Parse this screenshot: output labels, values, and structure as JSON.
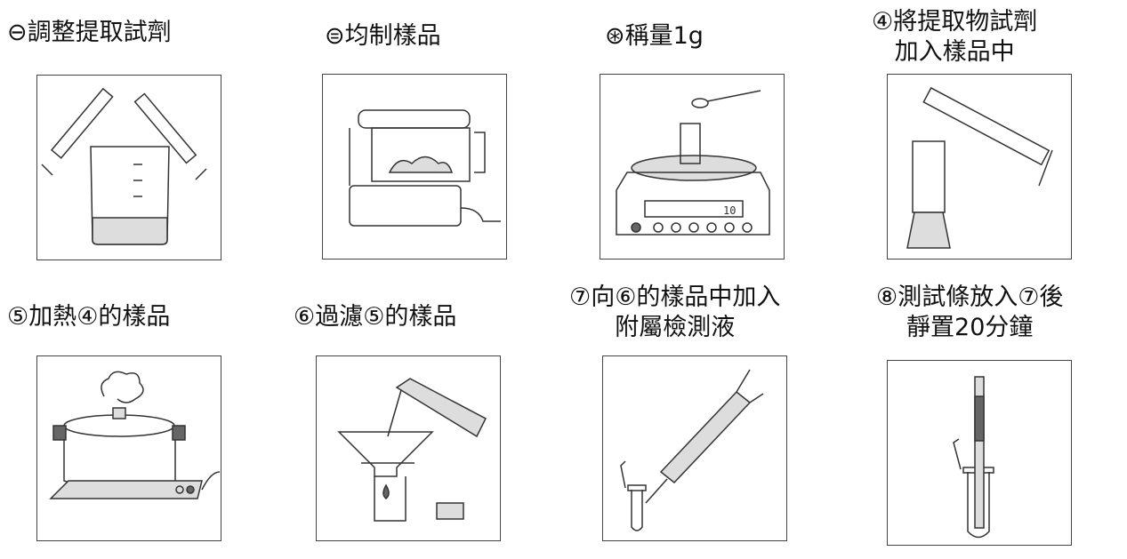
{
  "steps": [
    {
      "number": "⊖",
      "lines": [
        "調整提取試劑"
      ]
    },
    {
      "number": "⊜",
      "lines": [
        "均制樣品"
      ]
    },
    {
      "number": "⊛",
      "lines": [
        "稱量1g"
      ]
    },
    {
      "number": "④",
      "lines": [
        "將提取物試劑",
        "加入樣品中"
      ]
    },
    {
      "number": "⑤",
      "lines": [
        "加熱④的樣品"
      ]
    },
    {
      "number": "⑥",
      "lines": [
        "過濾⑤的樣品"
      ]
    },
    {
      "number": "⑦",
      "lines": [
        "向⑥的樣品中加入",
        "附屬檢測液"
      ]
    },
    {
      "number": "⑧",
      "lines": [
        "測試條放入⑦後",
        "靜置20分鐘"
      ]
    }
  ],
  "scale_display": "10"
}
